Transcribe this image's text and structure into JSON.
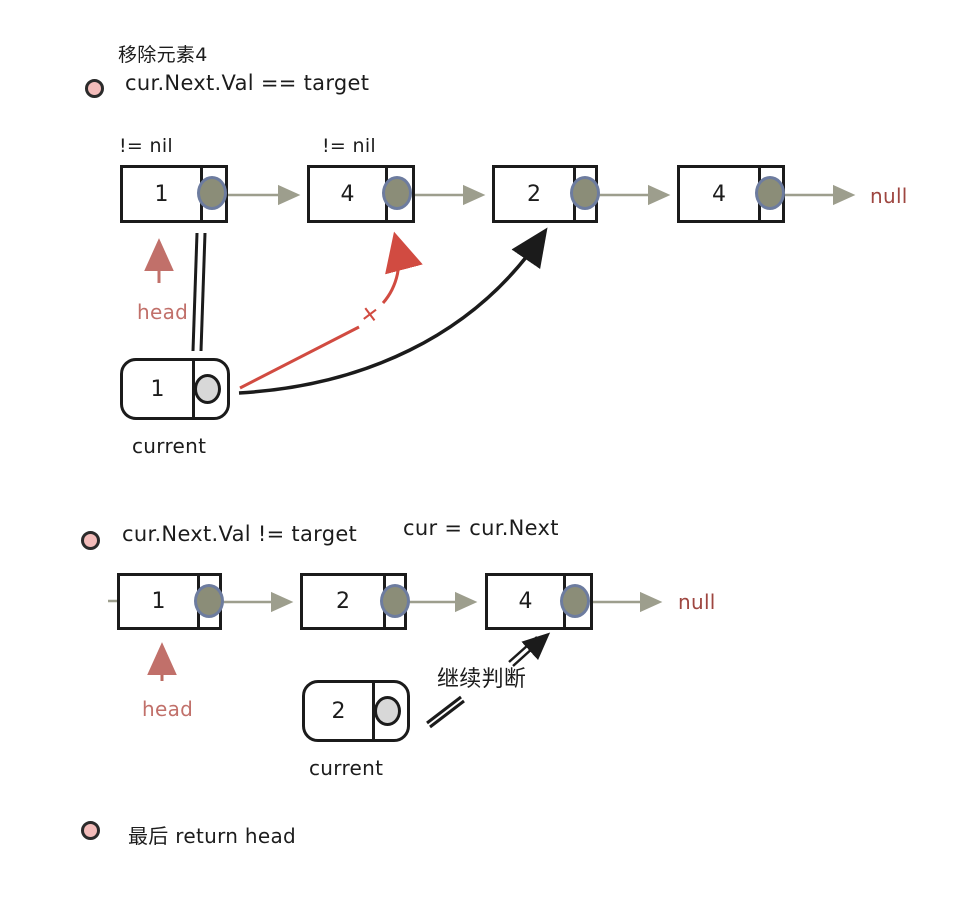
{
  "colors": {
    "ink": "#1c1c1c",
    "salmon_head": "#c1706a",
    "null_red": "#9e4640",
    "pointer_red": "#d14b41",
    "connector_olive": "#9d9e8d",
    "dot_fill": "#8b8d78",
    "dot_stroke": "#6d7c9f",
    "bullet_fill": "#f3bcba"
  },
  "section1": {
    "title": "移除元素4",
    "condition": "cur.Next.Val == target",
    "nil_label_1": "!= nil",
    "nil_label_2": "!= nil",
    "nodes": [
      "1",
      "4",
      "2",
      "4"
    ],
    "tail": "null",
    "head_label": "head",
    "x_mark": "✕",
    "current": {
      "value": "1",
      "label": "current"
    }
  },
  "section2": {
    "condition": "cur.Next.Val != target",
    "assignment": "cur = cur.Next",
    "nodes": [
      "1",
      "2",
      "4"
    ],
    "tail": "null",
    "head_label": "head",
    "annotation": "继续判断",
    "current": {
      "value": "2",
      "label": "current"
    }
  },
  "section3": {
    "note": "最后 return head"
  }
}
